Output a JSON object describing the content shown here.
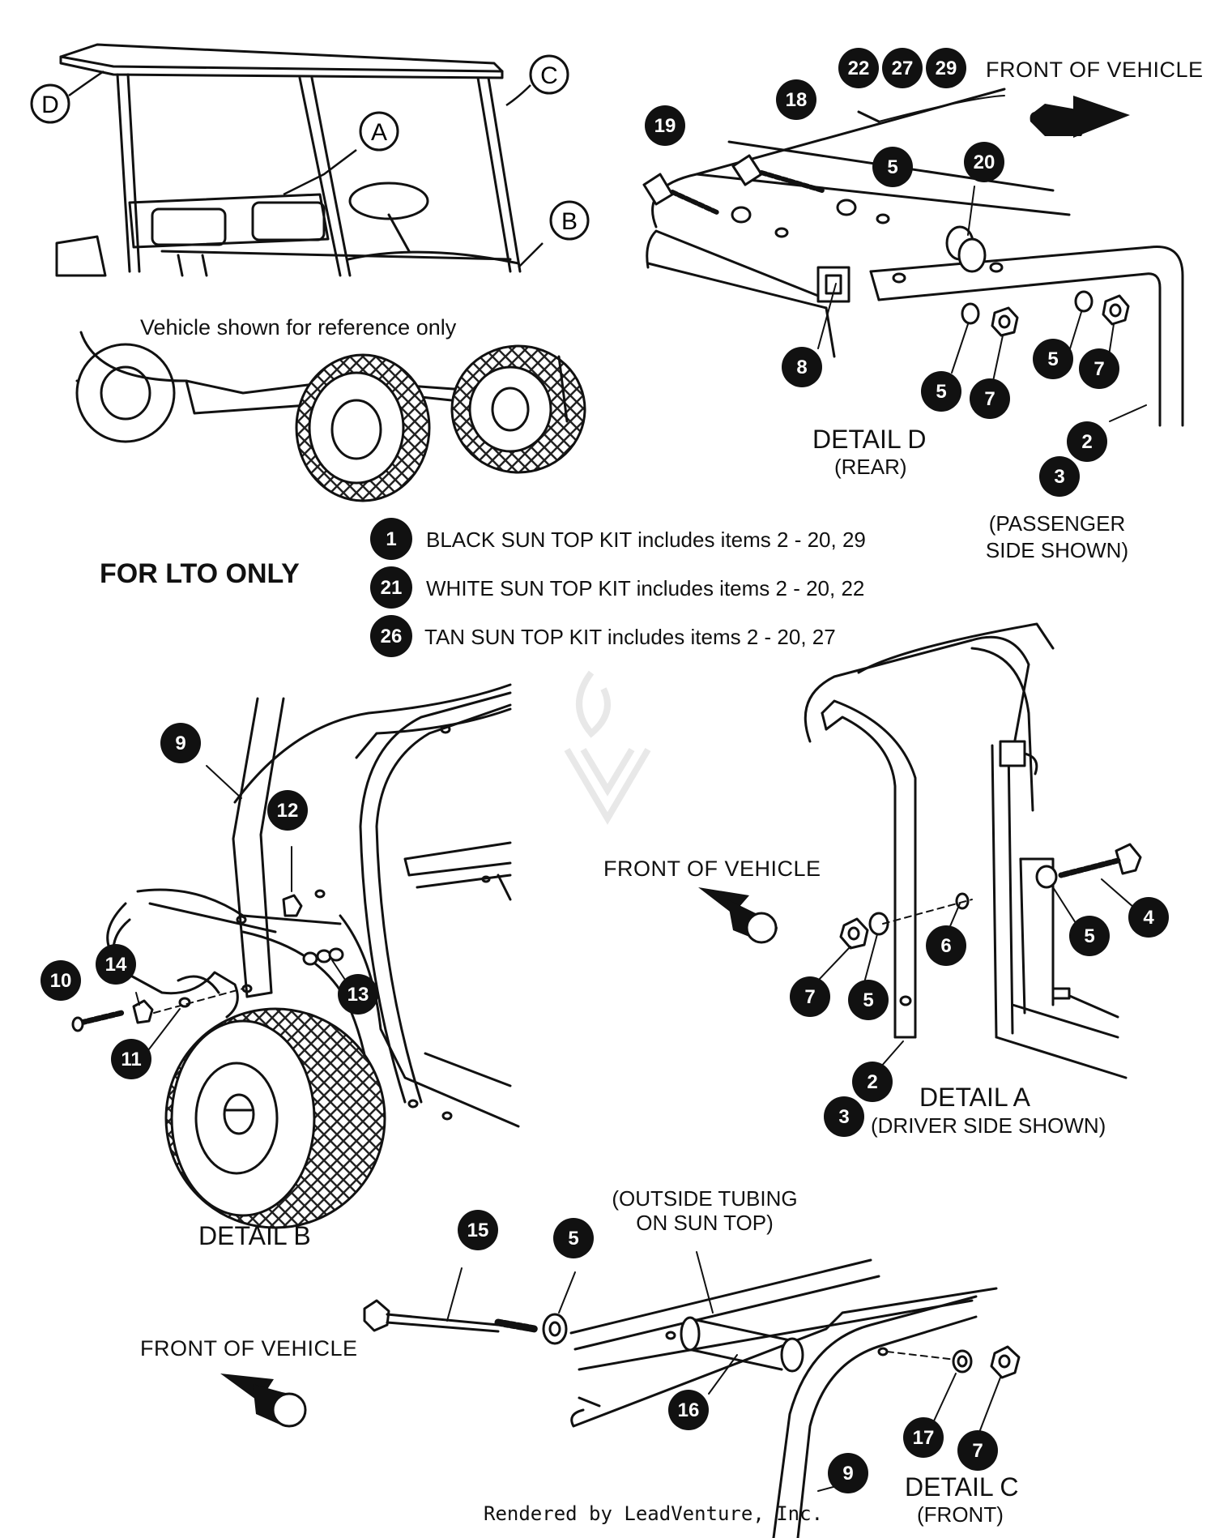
{
  "callouts_letter": [
    "A",
    "B",
    "C",
    "D"
  ],
  "caption": "Vehicle shown for reference only",
  "front_label": "FRONT OF VEHICLE",
  "lto_label": "FOR LTO ONLY",
  "kits": [
    {
      "item": "1",
      "text": "BLACK SUN TOP KIT includes items 2 - 20, 29"
    },
    {
      "item": "21",
      "text": "WHITE SUN TOP KIT includes items 2 - 20, 22"
    },
    {
      "item": "26",
      "text": "TAN SUN TOP KIT includes items 2 - 20, 27"
    }
  ],
  "detail_d": {
    "title": "DETAIL D",
    "sub": "(REAR)",
    "note1": "(PASSENGER",
    "note2": "SIDE SHOWN)",
    "items": [
      "22",
      "27",
      "29",
      "18",
      "19",
      "5",
      "20",
      "8",
      "5",
      "7",
      "5",
      "7",
      "2",
      "3"
    ]
  },
  "detail_a": {
    "title": "DETAIL A",
    "sub": "(DRIVER SIDE SHOWN)",
    "items": [
      "4",
      "5",
      "6",
      "7",
      "5",
      "2",
      "3"
    ]
  },
  "detail_b": {
    "title": "DETAIL B",
    "items": [
      "9",
      "12",
      "13",
      "14",
      "10",
      "11"
    ]
  },
  "detail_c": {
    "title": "DETAIL C",
    "sub": "(FRONT)",
    "note1": "(OUTSIDE TUBING",
    "note2": "ON SUN TOP)",
    "items": [
      "15",
      "5",
      "16",
      "17",
      "7",
      "9"
    ]
  },
  "footer": "Rendered by LeadVenture, Inc.",
  "colors": {
    "ink": "#111111",
    "callout_fill": "#111111",
    "callout_text": "#ffffff",
    "paper": "#ffffff"
  }
}
